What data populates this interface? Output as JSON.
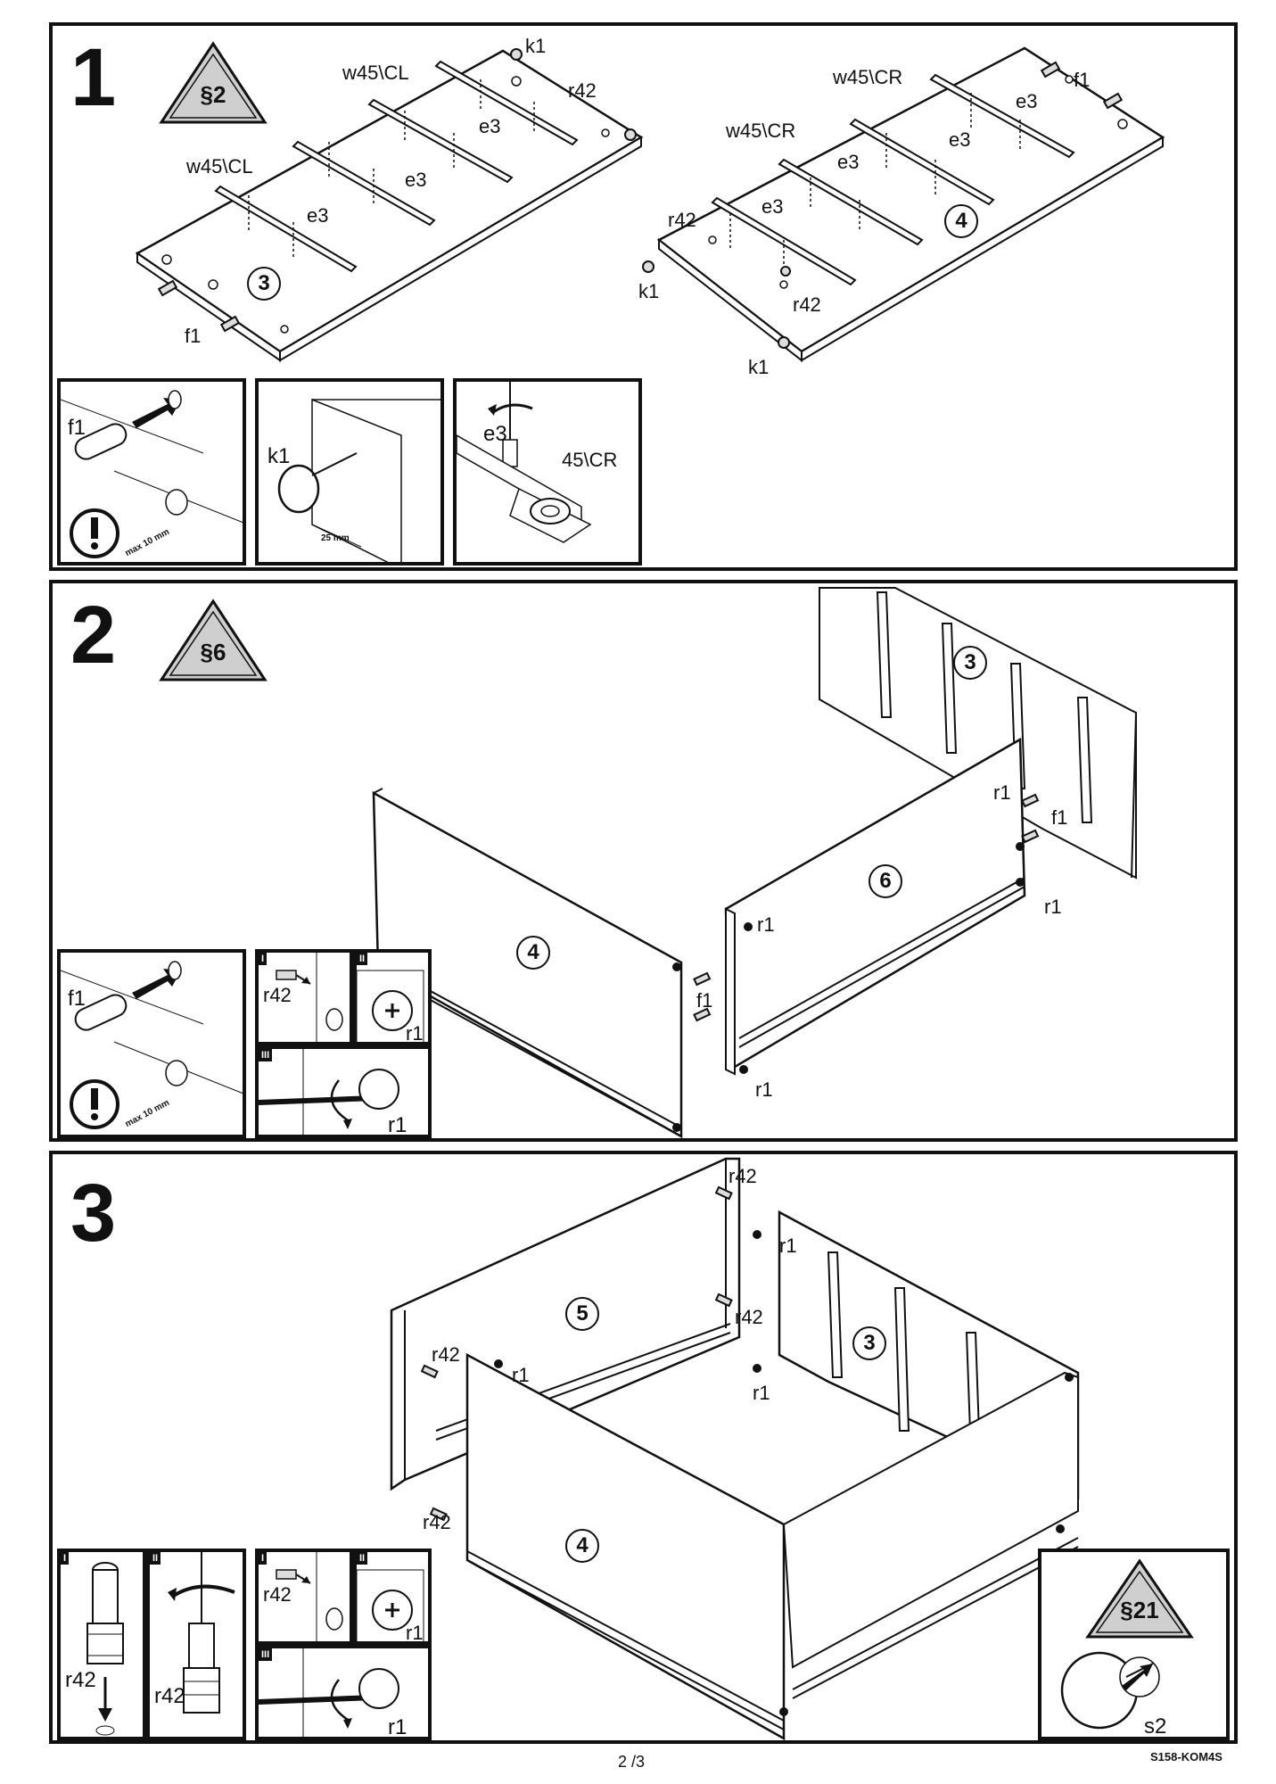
{
  "step1": {
    "number": "1",
    "badge": "§2",
    "labels": {
      "k1_top": "k1",
      "w45cl_top": "w45\\CL",
      "r42_top": "r42",
      "e3_a": "e3",
      "e3_b": "e3",
      "e3_c": "e3",
      "w45cl_left": "w45\\CL",
      "f1_left": "f1",
      "panel3": "3",
      "w45cr_top": "w45\\CR",
      "f1_right": "f1",
      "e3_d": "e3",
      "e3_e": "e3",
      "w45cr_mid": "w45\\CR",
      "e3_f": "e3",
      "e3_g": "e3",
      "r42_left": "r42",
      "panel4": "4",
      "k1_left": "k1",
      "r42_bottom": "r42",
      "k1_bottom": "k1"
    },
    "insets": {
      "f1": {
        "label": "f1",
        "note": "max 10 mm"
      },
      "k1": {
        "label": "k1",
        "note": "25 mm"
      },
      "e3": {
        "label": "e3",
        "part": "45\\CR"
      }
    }
  },
  "step2": {
    "number": "2",
    "badge": "§6",
    "labels": {
      "panel3": "3",
      "r1_a": "r1",
      "f1_a": "f1",
      "panel6": "6",
      "r1_b": "r1",
      "r1_c": "r1",
      "f1_b": "f1",
      "r1_d": "r1",
      "panel4": "4"
    },
    "insets": {
      "f1": {
        "label": "f1",
        "note": "max 10 mm"
      },
      "sub_i": {
        "tag": "I",
        "label": "r42"
      },
      "sub_ii": {
        "tag": "II",
        "label": "r1"
      },
      "sub_iii": {
        "tag": "III",
        "label": "r1"
      }
    }
  },
  "step3": {
    "number": "3",
    "labels": {
      "r42_a": "r42",
      "r1_a": "r1",
      "panel5": "5",
      "r42_b": "r42",
      "r42_c": "r42",
      "r1_b": "r1",
      "panel3": "3",
      "r1_c": "r1",
      "r42_d": "r42",
      "panel4": "4"
    },
    "insets": {
      "sub_i_big": {
        "tag": "I",
        "label": "r42"
      },
      "sub_ii_big": {
        "tag": "II",
        "label": "r42"
      },
      "sub_i": {
        "tag": "I",
        "label": "r42"
      },
      "sub_ii": {
        "tag": "II",
        "label": "r1"
      },
      "sub_iii": {
        "tag": "III",
        "label": "r1"
      },
      "handle": {
        "badge": "§21",
        "label": "s2"
      }
    }
  },
  "footer": {
    "page": "2 /3",
    "code": "S158-KOM4S"
  }
}
